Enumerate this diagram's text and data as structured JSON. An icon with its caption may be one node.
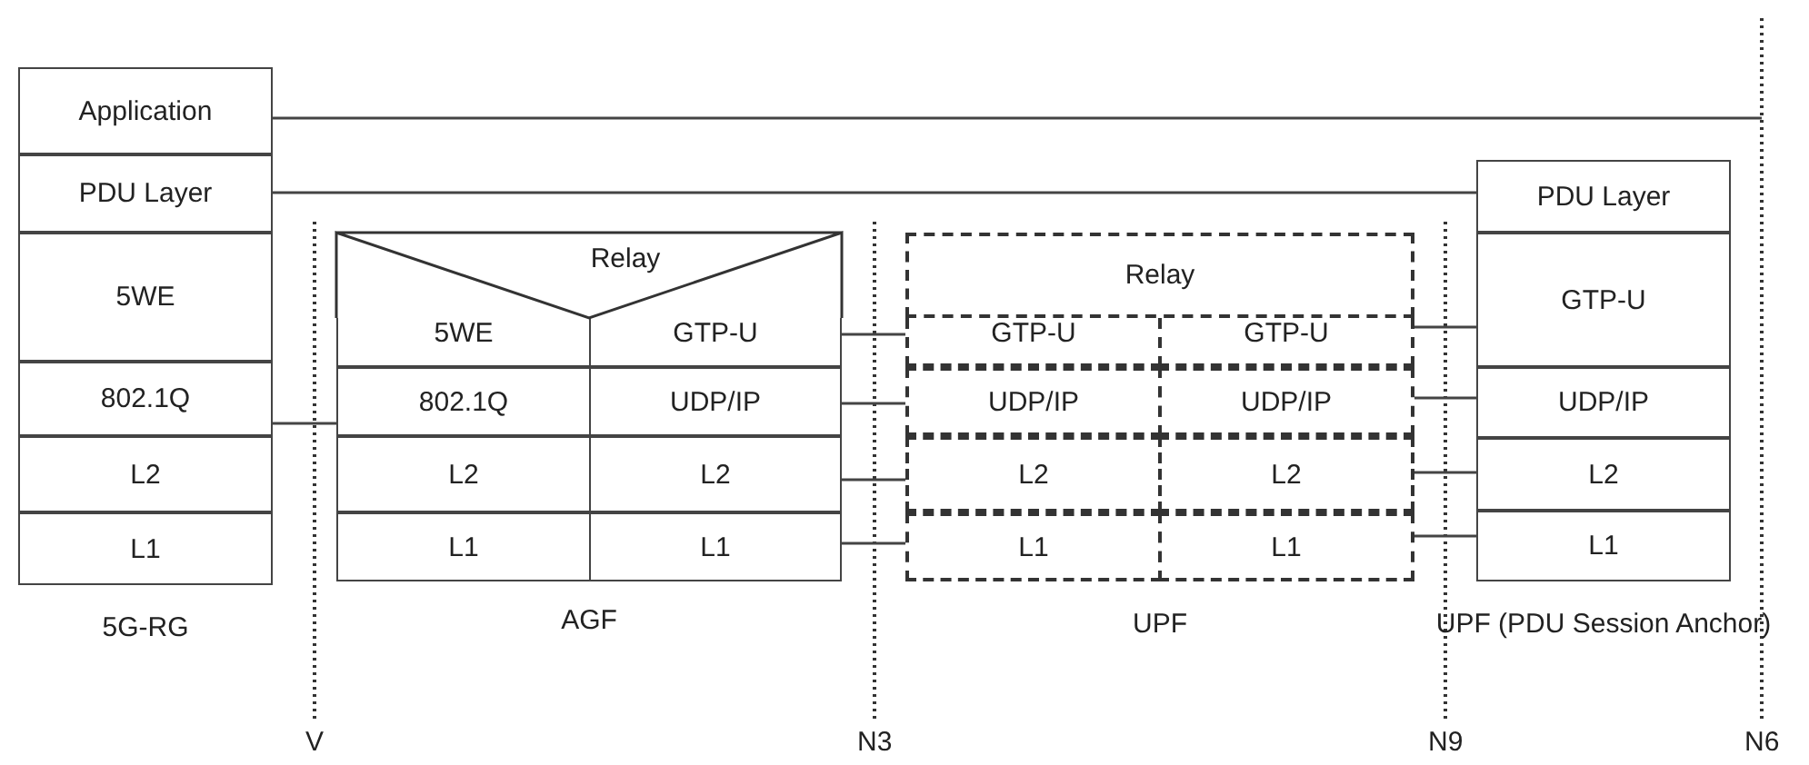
{
  "diagram": {
    "nodes": [
      {
        "text": [
          "5G-RG"
        ]
      },
      {
        "text": [
          "Application"
        ],
        "in": 0
      },
      {
        "text": [
          "PDU Layer"
        ],
        "in": 0
      },
      {
        "text": [
          "5WE"
        ],
        "in": 0
      },
      {
        "text": [
          "802.1Q"
        ],
        "in": 0
      },
      {
        "text": [
          "L2"
        ],
        "in": 0
      },
      {
        "text": [
          "L1"
        ],
        "in": 0
      },
      {
        "text": [
          "AGF"
        ]
      },
      {
        "text": [
          "Relay"
        ],
        "in": 7
      },
      {
        "text": [
          "5WE"
        ],
        "in": 7
      },
      {
        "text": [
          "GTP-U"
        ],
        "in": 7
      },
      {
        "text": [
          "802.1Q"
        ],
        "in": 7
      },
      {
        "text": [
          "UDP/IP"
        ],
        "in": 7
      },
      {
        "text": [
          "L2"
        ],
        "in": 7
      },
      {
        "text": [
          "L2"
        ],
        "in": 7
      },
      {
        "text": [
          "L1"
        ],
        "in": 7
      },
      {
        "text": [
          "L1"
        ],
        "in": 7
      },
      {
        "text": [
          "UPF"
        ]
      },
      {
        "text": [
          "Relay"
        ],
        "in": 17
      },
      {
        "text": [
          "GTP-U"
        ],
        "in": 17
      },
      {
        "text": [
          "GTP-U"
        ],
        "in": 17
      },
      {
        "text": [
          "UDP/IP"
        ],
        "in": 17
      },
      {
        "text": [
          "UDP/IP"
        ],
        "in": 17
      },
      {
        "text": [
          "L2"
        ],
        "in": 17
      },
      {
        "text": [
          "L2"
        ],
        "in": 17
      },
      {
        "text": [
          "L1"
        ],
        "in": 17
      },
      {
        "text": [
          "L1"
        ],
        "in": 17
      },
      {
        "text": [
          "UPF (PDU Session Anchor)"
        ]
      },
      {
        "text": [
          "PDU Layer"
        ],
        "in": 27
      },
      {
        "text": [
          "GTP-U"
        ],
        "in": 27
      },
      {
        "text": [
          "UDP/IP"
        ],
        "in": 27
      },
      {
        "text": [
          "L2"
        ],
        "in": 27
      },
      {
        "text": [
          "L1"
        ],
        "in": 27
      }
    ],
    "edges": [
      {
        "from": 1,
        "to": null,
        "arrow": "none"
      },
      {
        "from": 2,
        "to": 28,
        "arrow": "none"
      },
      {
        "from": 4,
        "to": 11,
        "arrow": "none"
      },
      {
        "from": 10,
        "to": 19,
        "arrow": "none"
      },
      {
        "from": 12,
        "to": 21,
        "arrow": "none"
      },
      {
        "from": 14,
        "to": 23,
        "arrow": "none"
      },
      {
        "from": 16,
        "to": 25,
        "arrow": "none"
      },
      {
        "from": 20,
        "to": 29,
        "arrow": "none"
      },
      {
        "from": 22,
        "to": 30,
        "arrow": "none"
      },
      {
        "from": 24,
        "to": 31,
        "arrow": "none"
      },
      {
        "from": 26,
        "to": 32,
        "arrow": "none"
      }
    ],
    "labels": [
      "V",
      "N3",
      "N9",
      "N6"
    ]
  }
}
